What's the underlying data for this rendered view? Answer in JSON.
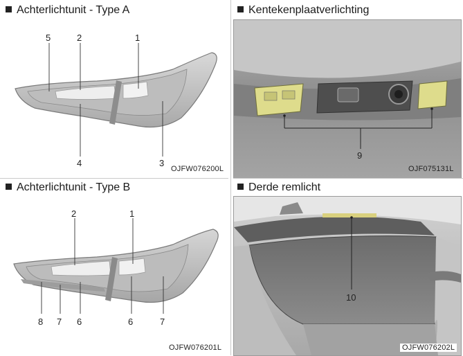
{
  "panels": {
    "a": {
      "heading": "Achterlichtunit - Type A",
      "code": "OJFW076200L",
      "callouts": [
        "5",
        "2",
        "1",
        "4",
        "3"
      ]
    },
    "b": {
      "heading": "Achterlichtunit - Type B",
      "code": "OJFW076201L",
      "callouts": [
        "2",
        "1",
        "8",
        "7",
        "6",
        "6",
        "7"
      ]
    },
    "plate": {
      "heading": "Kentekenplaatverlichting",
      "code": "OJF075131L",
      "callouts": [
        "9"
      ]
    },
    "brake": {
      "heading": "Derde remlicht",
      "code": "OJFW076202L",
      "callouts": [
        "10"
      ]
    }
  },
  "colors": {
    "lamp_highlight": "#e6e48a",
    "photo_gray": "#9c9c9c",
    "lamp_body": "#c8c8c8"
  }
}
